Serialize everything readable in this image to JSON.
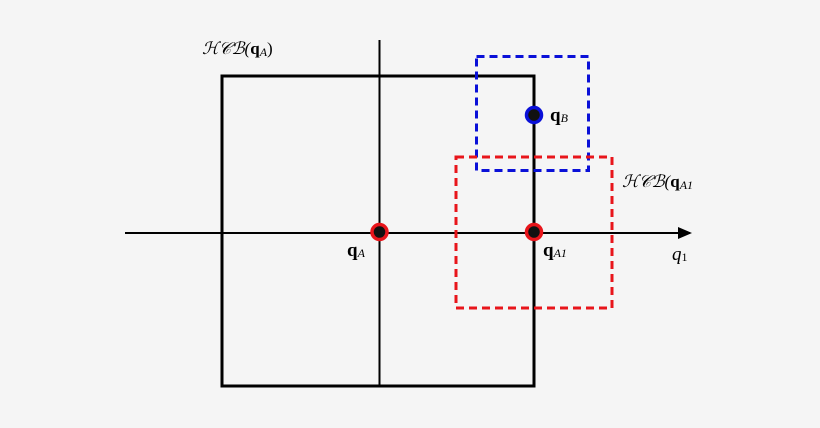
{
  "diagram": {
    "background": "#f5f5f5",
    "axis": {
      "horizontal_label_main": "q",
      "horizontal_label_sub": "1"
    },
    "boxes": [
      {
        "id": "hcb-qA",
        "label_prefix": "ℋ𝒞ℬ(",
        "label_bold": "q",
        "label_sub": "A",
        "label_suffix": ")",
        "style": "solid",
        "color": "#000000"
      },
      {
        "id": "hcb-qA1",
        "label_prefix": "ℋ𝒞ℬ(",
        "label_bold": "q",
        "label_sub": "A1",
        "label_suffix": "",
        "style": "dashed",
        "color": "#e8151b"
      },
      {
        "id": "box-qB",
        "style": "dashed",
        "color": "#0a10d8"
      }
    ],
    "points": [
      {
        "id": "qA",
        "bold": "q",
        "sub": "A",
        "ring_color": "#e8151b"
      },
      {
        "id": "qA1",
        "bold": "q",
        "sub": "A1",
        "ring_color": "#e8151b"
      },
      {
        "id": "qB",
        "bold": "q",
        "sub": "B",
        "ring_color": "#0a10d8"
      }
    ]
  }
}
